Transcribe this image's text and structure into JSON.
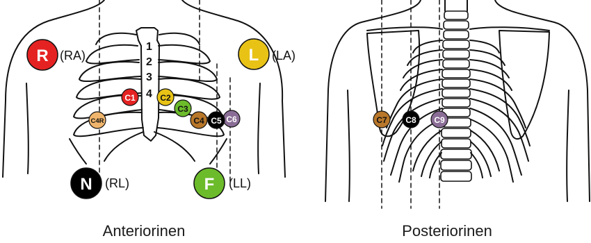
{
  "captions": {
    "anterior": "Anteriorinen",
    "posterior": "Posteriorinen"
  },
  "intercostal_numbers": [
    "1",
    "2",
    "3",
    "4"
  ],
  "limb": {
    "R": {
      "letter": "R",
      "tag": "(RA)",
      "color": "#e52222"
    },
    "L": {
      "letter": "L",
      "tag": "(LA)",
      "color": "#e8c316"
    },
    "N": {
      "letter": "N",
      "tag": "(RL)",
      "color": "#000000"
    },
    "F": {
      "letter": "F",
      "tag": "(LL)",
      "color": "#6cbb2b"
    }
  },
  "chest": {
    "C1": {
      "label": "C1",
      "color": "#e52222",
      "text": "#ffffff"
    },
    "C2": {
      "label": "C2",
      "color": "#e8c316",
      "text": "#111111"
    },
    "C3": {
      "label": "C3",
      "color": "#6cbb2b",
      "text": "#111111"
    },
    "C4": {
      "label": "C4",
      "color": "#b8772a",
      "text": "#111111"
    },
    "C5": {
      "label": "C5",
      "color": "#000000",
      "text": "#ffffff"
    },
    "C6": {
      "label": "C6",
      "color": "#8a6d96",
      "text": "#ffffff"
    },
    "C4R": {
      "label": "C4R",
      "color": "#f0b56c",
      "text": "#111111"
    },
    "C7": {
      "label": "C7",
      "color": "#b8772a",
      "text": "#111111"
    },
    "C8": {
      "label": "C8",
      "color": "#000000",
      "text": "#ffffff"
    },
    "C9": {
      "label": "C9",
      "color": "#8a6d96",
      "text": "#ffffff"
    }
  }
}
